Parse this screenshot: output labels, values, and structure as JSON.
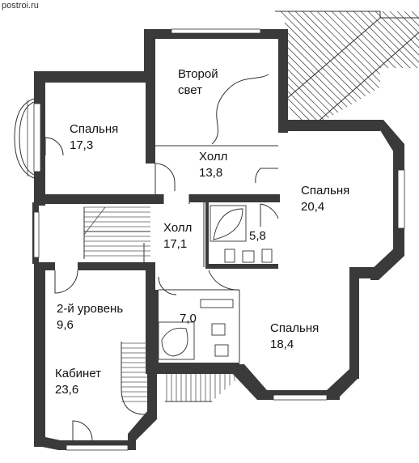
{
  "watermark": "postroi.ru",
  "rooms": [
    {
      "name": "Второй",
      "name2": "свет",
      "area": ""
    },
    {
      "name": "Спальня",
      "area": "17,3"
    },
    {
      "name": "Холл",
      "area": "13,8"
    },
    {
      "name": "Спальня",
      "area": "20,4"
    },
    {
      "name": "Холл",
      "area": "17,1"
    },
    {
      "area": "5,8"
    },
    {
      "name": "2-й уровень",
      "area": "9,6"
    },
    {
      "area": "7,0"
    },
    {
      "name": "Спальня",
      "area": "18,4"
    },
    {
      "name": "Кабинет",
      "area": "23,6"
    }
  ]
}
